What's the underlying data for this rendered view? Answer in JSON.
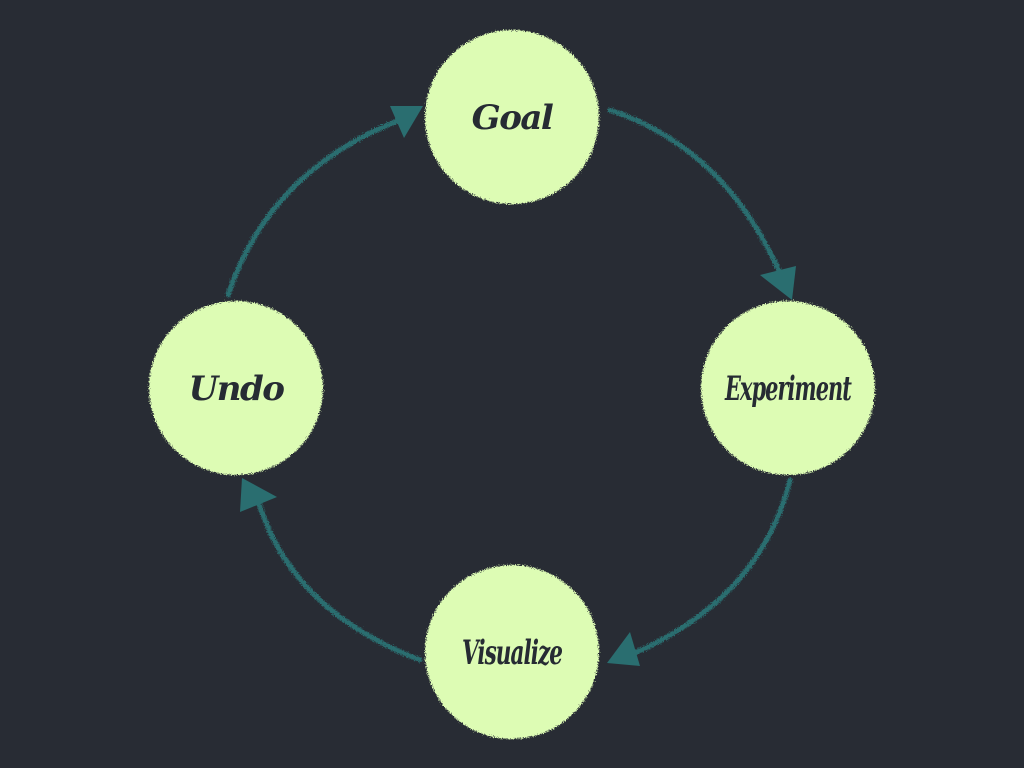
{
  "diagram": {
    "type": "cycle",
    "colors": {
      "background": "#282c34",
      "node_fill": "#ddfcb4",
      "node_text": "#262b33",
      "arrow": "#2a6e70"
    },
    "nodes": [
      {
        "id": "goal",
        "label": "Goal"
      },
      {
        "id": "experiment",
        "label": "Experiment"
      },
      {
        "id": "visualize",
        "label": "Visualize"
      },
      {
        "id": "undo",
        "label": "Undo"
      }
    ],
    "edges": [
      {
        "from": "goal",
        "to": "experiment"
      },
      {
        "from": "experiment",
        "to": "visualize"
      },
      {
        "from": "visualize",
        "to": "undo"
      },
      {
        "from": "undo",
        "to": "goal"
      }
    ]
  }
}
